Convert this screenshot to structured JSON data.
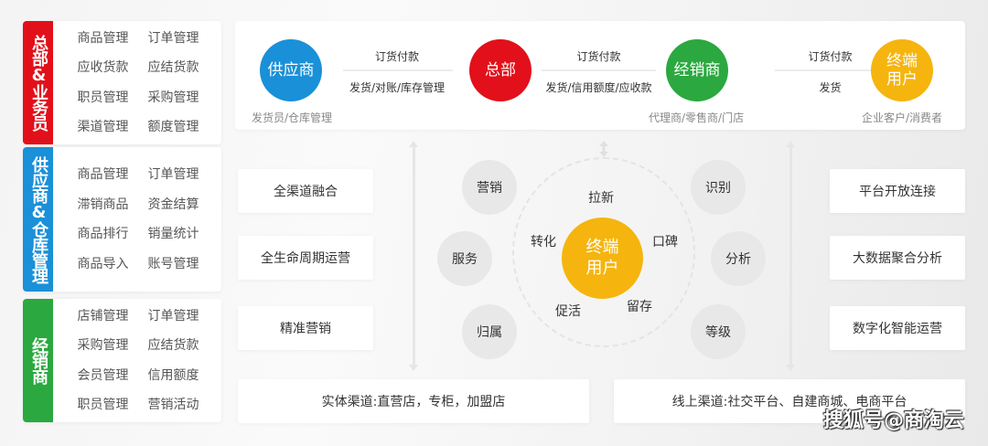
{
  "left_panels": [
    {
      "title": "总部&业务员",
      "color": "#e2101a",
      "items": [
        "商品管理",
        "订单管理",
        "应收货款",
        "应结货款",
        "职员管理",
        "采购管理",
        "渠道管理",
        "额度管理"
      ]
    },
    {
      "title": "供应商&仓库管理",
      "color": "#1a90d8",
      "items": [
        "商品管理",
        "订单管理",
        "滞销商品",
        "资金结算",
        "商品排行",
        "销量统计",
        "商品导入",
        "账号管理"
      ]
    },
    {
      "title": "经销商",
      "color": "#2ba83f",
      "items": [
        "店铺管理",
        "订单管理",
        "采购管理",
        "应结货款",
        "会员管理",
        "信用额度",
        "职员管理",
        "营销活动"
      ]
    }
  ],
  "flow": {
    "nodes": [
      {
        "label": "供应商",
        "caption": "发货员/仓库管理",
        "color": "#1a90d8"
      },
      {
        "label": "总部",
        "caption": "",
        "color": "#e2101a"
      },
      {
        "label": "经销商",
        "caption": "代理商/零售商/门店",
        "color": "#2ba83f"
      },
      {
        "label_line1": "终端",
        "label_line2": "用户",
        "caption": "企业客户/消费者",
        "color": "#f5b50e"
      }
    ],
    "links": [
      {
        "top": "订货付款",
        "bottom": "发货/对账/库存管理"
      },
      {
        "top": "订货付款",
        "bottom": "发货/信用额度/应收款"
      },
      {
        "top": "订货付款",
        "bottom": "发货"
      }
    ]
  },
  "left_features": [
    "全渠道融合",
    "全生命周期运营",
    "精准营销"
  ],
  "right_features": [
    "平台开放连接",
    "大数据聚合分析",
    "数字化智能运营"
  ],
  "center": {
    "line1": "终端",
    "line2": "用户",
    "ring_labels": [
      "拉新",
      "转化",
      "口碑",
      "促活",
      "留存"
    ],
    "left_circles": [
      "营销",
      "服务",
      "归属"
    ],
    "right_circles": [
      "识别",
      "分析",
      "等级"
    ]
  },
  "bottom": {
    "offline": "实体渠道:直营店，专柜，加盟店",
    "online": "线上渠道:社交平台、自建商城、电商平台"
  },
  "watermark": "搜狐号@商淘云"
}
